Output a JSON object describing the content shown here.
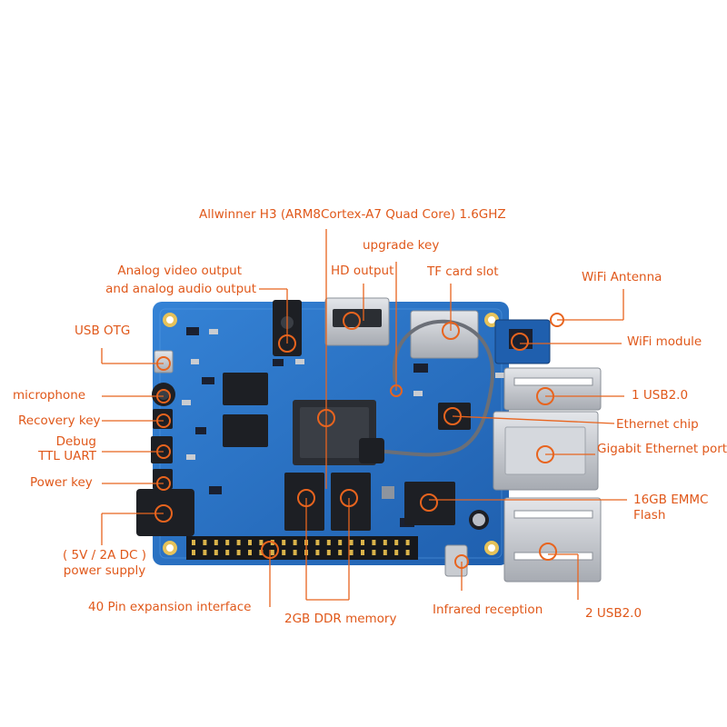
{
  "colors": {
    "accent": "#e8641e",
    "board": "#2a72c6",
    "board_dark": "#1b4f93",
    "silver": "#c9ccd1",
    "chip": "#1d1f24"
  },
  "labels": {
    "cpu": "Allwinner H3 (ARM8Cortex-A7 Quad Core) 1.6GHZ",
    "upgrade_key": "upgrade key",
    "analog_av_line1": "Analog video output",
    "analog_av_line2": "and analog audio output",
    "hd_output": "HD output",
    "tf_card": "TF card slot",
    "wifi_antenna": "WiFi Antenna",
    "usb_otg": "USB OTG",
    "wifi_module": "WiFi module",
    "microphone": "microphone",
    "usb20_top": "1 USB2.0",
    "recovery_key": "Recovery key",
    "ethernet_chip": "Ethernet chip",
    "debug_line1": "Debug",
    "debug_line2": "TTL UART",
    "gigabit_port": "Gigabit Ethernet port",
    "power_key": "Power key",
    "emmc_line1": "16GB EMMC",
    "emmc_line2": "Flash",
    "power_line1": "( 5V / 2A DC )",
    "power_line2": "power supply",
    "gpio": "40 Pin expansion interface",
    "ddr": "2GB DDR memory",
    "infrared": "Infrared reception",
    "usb20_bottom": "2 USB2.0"
  }
}
